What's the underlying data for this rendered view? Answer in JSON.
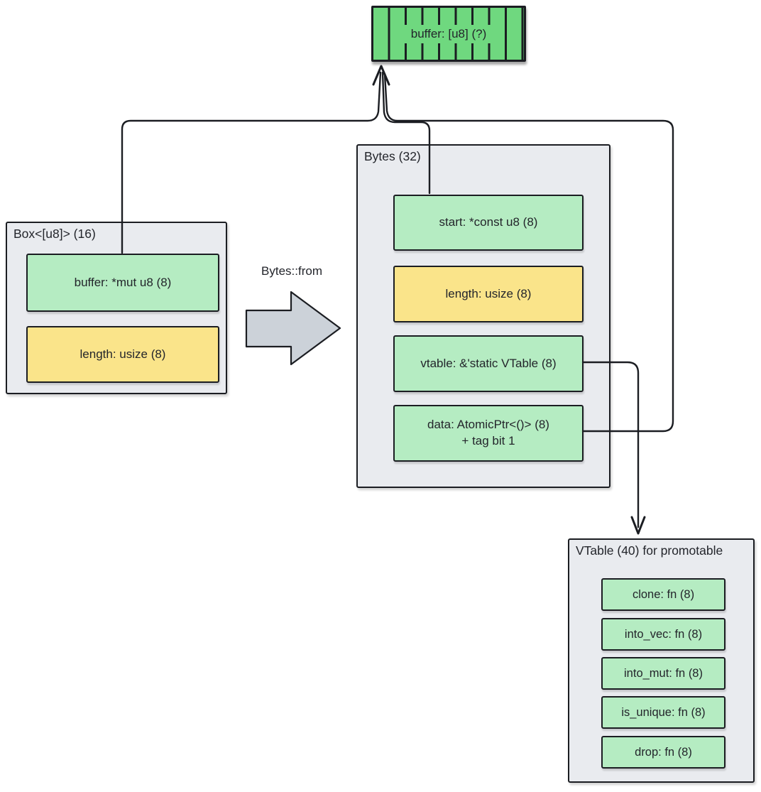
{
  "heap_buffer": {
    "label": "buffer: [u8] (?)"
  },
  "box_struct": {
    "title": "Box<[u8]> (16)",
    "fields": [
      {
        "label": "buffer: *mut u8 (8)",
        "color": "green"
      },
      {
        "label": "length: usize (8)",
        "color": "yellow"
      }
    ]
  },
  "transition": {
    "label": "Bytes::from"
  },
  "bytes_struct": {
    "title": "Bytes (32)",
    "fields": [
      {
        "label": "start: *const u8 (8)",
        "color": "green"
      },
      {
        "label": "length: usize (8)",
        "color": "yellow"
      },
      {
        "label": "vtable: &'static VTable (8)",
        "color": "green"
      },
      {
        "label": "data: AtomicPtr<()> (8)",
        "label_line2": "+ tag bit 1",
        "color": "green"
      }
    ]
  },
  "vtable_struct": {
    "title": "VTable (40) for promotable",
    "fields": [
      {
        "label": "clone: fn (8)"
      },
      {
        "label": "into_vec: fn (8)"
      },
      {
        "label": "into_mut: fn (8)"
      },
      {
        "label": "is_unique: fn (8)"
      },
      {
        "label": "drop: fn (8)"
      }
    ]
  },
  "colors": {
    "heap-green": "#6fd87f",
    "field-green": "#b5ecc2",
    "field-yellow": "#fae48a",
    "container-gray": "#e9ebef",
    "arrow-gray": "#ccd2d9",
    "ink": "#1b1d22",
    "text": "#23252b"
  }
}
